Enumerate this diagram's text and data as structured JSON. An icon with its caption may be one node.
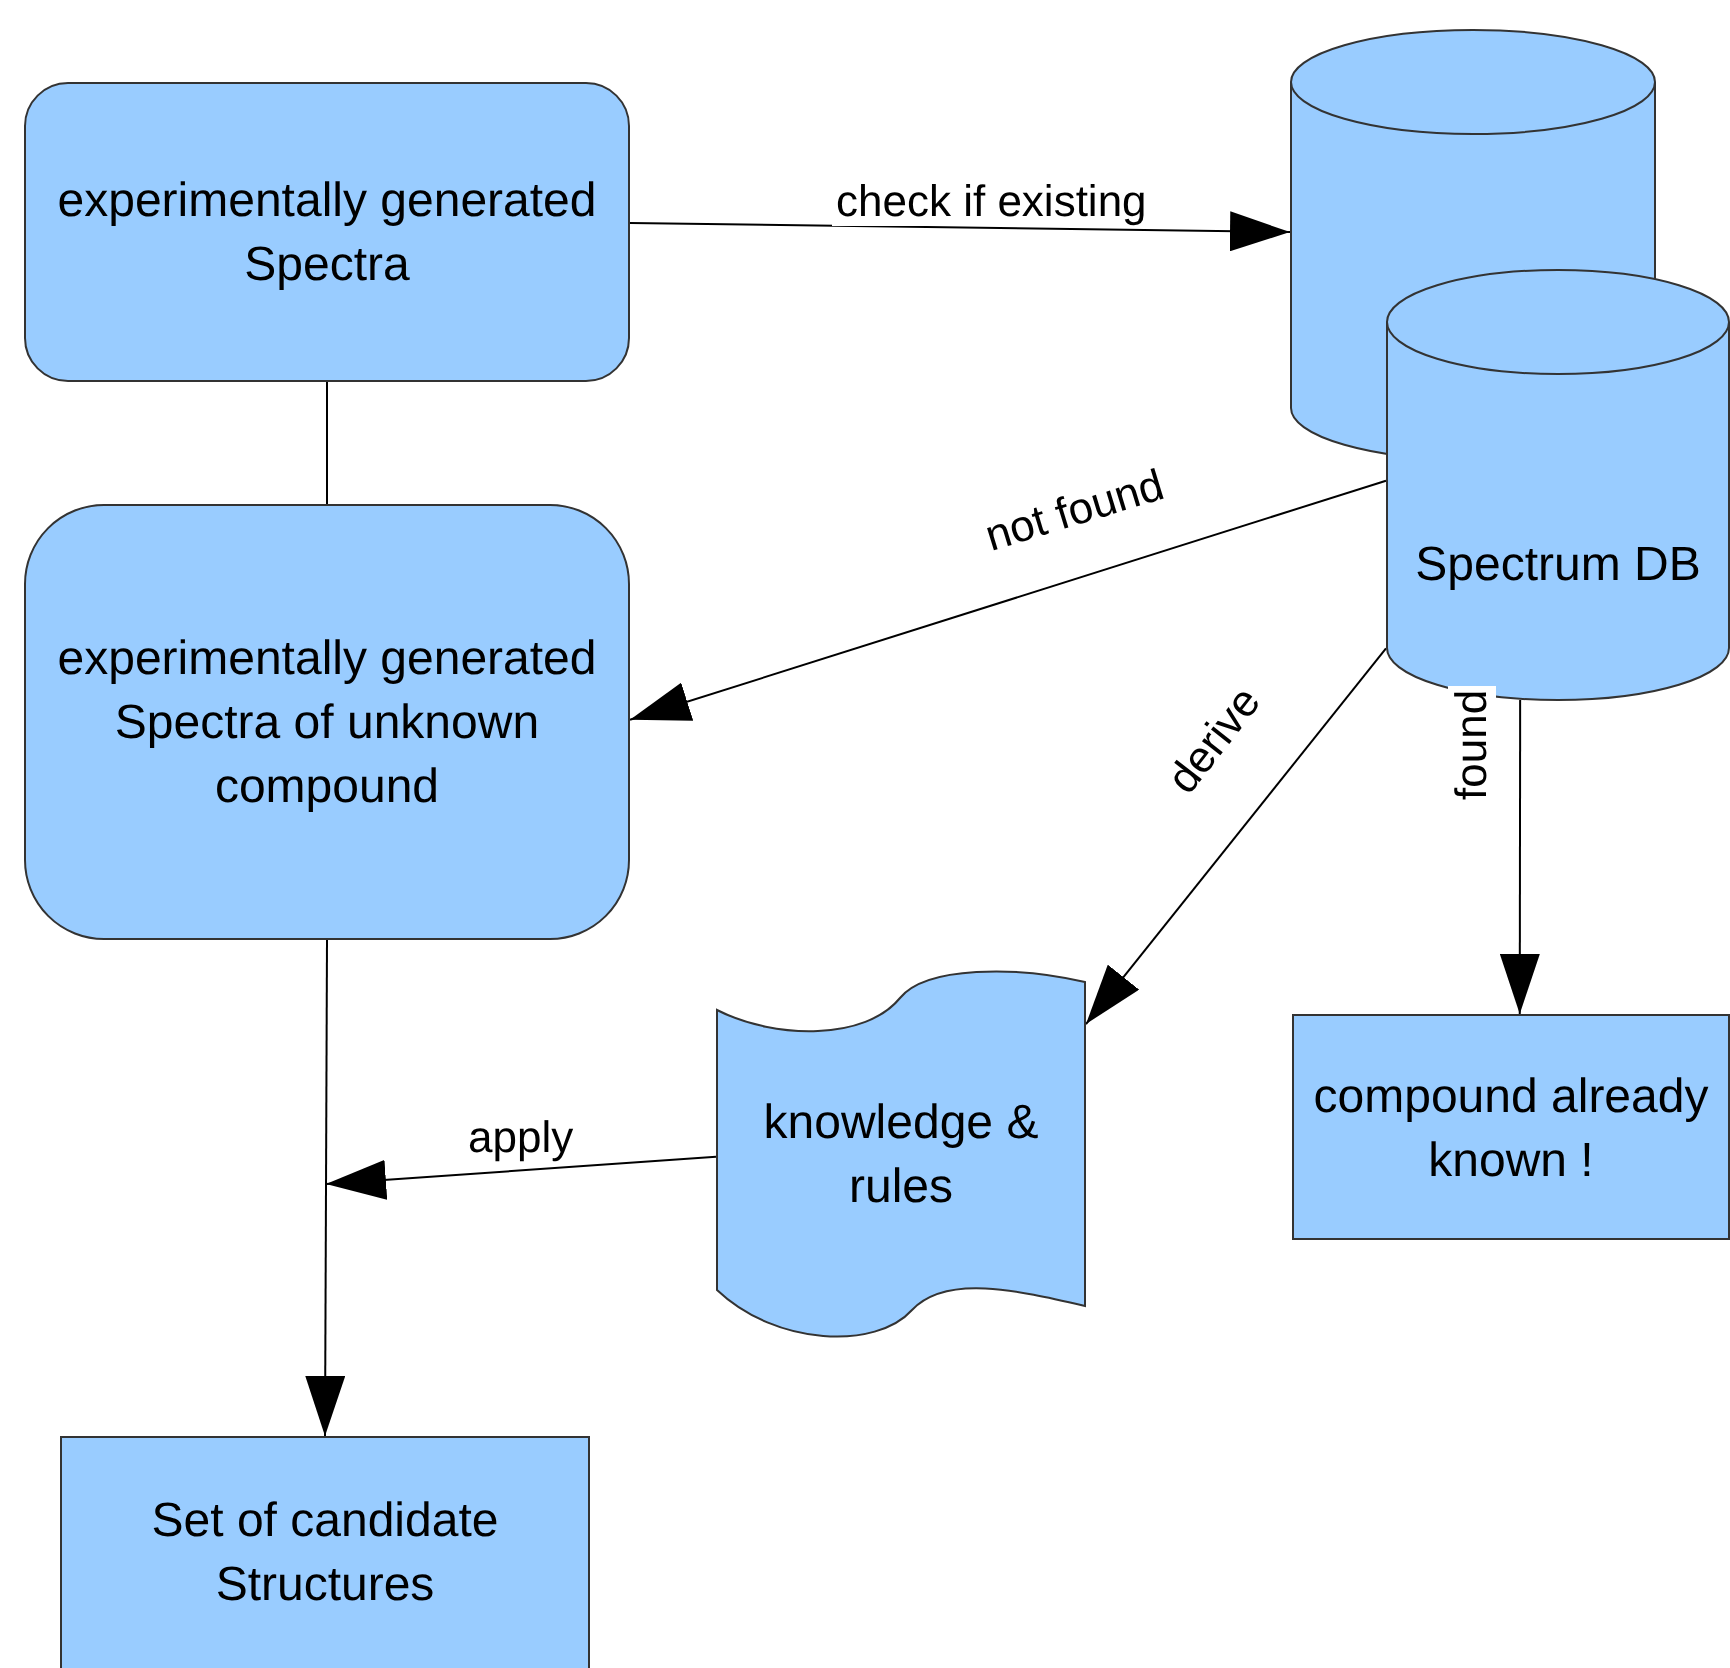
{
  "diagram": {
    "nodes": [
      {
        "text": [
          "experimentally generated Spectra"
        ]
      },
      {
        "text": [],
        "shape": "cylinder"
      },
      {
        "text": [
          "Spectrum DB"
        ]
      },
      {
        "text": [
          "experimentally generated Spectra of unknown compound"
        ]
      },
      {
        "text": [
          "knowledge & rules"
        ]
      },
      {
        "text": [
          "compound already known !"
        ]
      },
      {
        "text": [
          "Set of candidate Structures"
        ]
      }
    ],
    "edges": [
      {
        "from": 0,
        "to": 1,
        "arrow": "to",
        "label": "check if existing"
      },
      {
        "from": 0,
        "to": 3,
        "arrow": "none"
      },
      {
        "from": 2,
        "to": 3,
        "arrow": "to",
        "label": "not found"
      },
      {
        "from": 2,
        "to": 4,
        "arrow": "to",
        "label": "derive"
      },
      {
        "from": 2,
        "to": 5,
        "arrow": "to",
        "label": "found"
      },
      {
        "from": 4,
        "to": null,
        "arrow": "to",
        "label": "apply"
      },
      {
        "from": 3,
        "to": 6,
        "arrow": "to"
      }
    ]
  }
}
